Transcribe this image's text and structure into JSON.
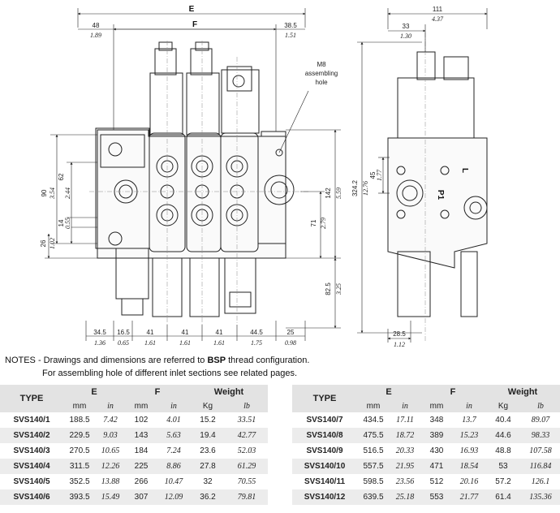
{
  "drawing": {
    "callout": [
      "M8",
      "assembling",
      "hole"
    ],
    "front_view": {
      "E": "E",
      "F": "F",
      "left_mm": "48",
      "left_in": "1.89",
      "right_mm": "38.5",
      "right_in": "1.51",
      "v90": "90",
      "v90i": "3.54",
      "v62": "62",
      "v62i": "2.44",
      "v14": "14",
      "v14i": "0.55",
      "v26": "26",
      "v26i": "1.02",
      "v142": "142",
      "v142i": "5.59",
      "v71": "71",
      "v71i": "2.79",
      "v825": "82.5",
      "v825i": "3.25",
      "bottom": [
        {
          "mm": "34.5",
          "in": "1.36"
        },
        {
          "mm": "16.5",
          "in": "0.65"
        },
        {
          "mm": "41",
          "in": "1.61"
        },
        {
          "mm": "41",
          "in": "1.61"
        },
        {
          "mm": "41",
          "in": "1.61"
        },
        {
          "mm": "44.5",
          "in": "1.75"
        },
        {
          "mm": "25",
          "in": "0.98"
        }
      ]
    },
    "side_view": {
      "top_mm": "111",
      "top_in": "4.37",
      "t33": "33",
      "t33i": "1.30",
      "v3242": "324.2",
      "v3242i": "12.76",
      "v45": "45",
      "v45i": "1.77",
      "b285": "28.5",
      "b285i": "1.12",
      "lbl_p1": "P1",
      "lbl_l": "L"
    }
  },
  "notes": {
    "line1_prefix": "NOTES - Drawings and dimensions are referred to ",
    "line1_bold": "BSP",
    "line1_suffix": " thread configuration.",
    "line2": "For assembling hole of different inlet sections see related pages."
  },
  "table": {
    "type_label": "TYPE",
    "E": "E",
    "F": "F",
    "weight": "Weight",
    "unit_mm": "mm",
    "unit_in": "in",
    "unit_kg": "Kg",
    "unit_lb": "lb",
    "left_rows": [
      {
        "type": "SVS140/1",
        "e_mm": "188.5",
        "e_in": "7.42",
        "f_mm": "102",
        "f_in": "4.01",
        "kg": "15.2",
        "lb": "33.51"
      },
      {
        "type": "SVS140/2",
        "e_mm": "229.5",
        "e_in": "9.03",
        "f_mm": "143",
        "f_in": "5.63",
        "kg": "19.4",
        "lb": "42.77"
      },
      {
        "type": "SVS140/3",
        "e_mm": "270.5",
        "e_in": "10.65",
        "f_mm": "184",
        "f_in": "7.24",
        "kg": "23.6",
        "lb": "52.03"
      },
      {
        "type": "SVS140/4",
        "e_mm": "311.5",
        "e_in": "12.26",
        "f_mm": "225",
        "f_in": "8.86",
        "kg": "27.8",
        "lb": "61.29"
      },
      {
        "type": "SVS140/5",
        "e_mm": "352.5",
        "e_in": "13.88",
        "f_mm": "266",
        "f_in": "10.47",
        "kg": "32",
        "lb": "70.55"
      },
      {
        "type": "SVS140/6",
        "e_mm": "393.5",
        "e_in": "15.49",
        "f_mm": "307",
        "f_in": "12.09",
        "kg": "36.2",
        "lb": "79.81"
      }
    ],
    "right_rows": [
      {
        "type": "SVS140/7",
        "e_mm": "434.5",
        "e_in": "17.11",
        "f_mm": "348",
        "f_in": "13.7",
        "kg": "40.4",
        "lb": "89.07"
      },
      {
        "type": "SVS140/8",
        "e_mm": "475.5",
        "e_in": "18.72",
        "f_mm": "389",
        "f_in": "15.23",
        "kg": "44.6",
        "lb": "98.33"
      },
      {
        "type": "SVS140/9",
        "e_mm": "516.5",
        "e_in": "20.33",
        "f_mm": "430",
        "f_in": "16.93",
        "kg": "48.8",
        "lb": "107.58"
      },
      {
        "type": "SVS140/10",
        "e_mm": "557.5",
        "e_in": "21.95",
        "f_mm": "471",
        "f_in": "18.54",
        "kg": "53",
        "lb": "116.84"
      },
      {
        "type": "SVS140/11",
        "e_mm": "598.5",
        "e_in": "23.56",
        "f_mm": "512",
        "f_in": "20.16",
        "kg": "57.2",
        "lb": "126.1"
      },
      {
        "type": "SVS140/12",
        "e_mm": "639.5",
        "e_in": "25.18",
        "f_mm": "553",
        "f_in": "21.77",
        "kg": "61.4",
        "lb": "135.36"
      }
    ]
  }
}
